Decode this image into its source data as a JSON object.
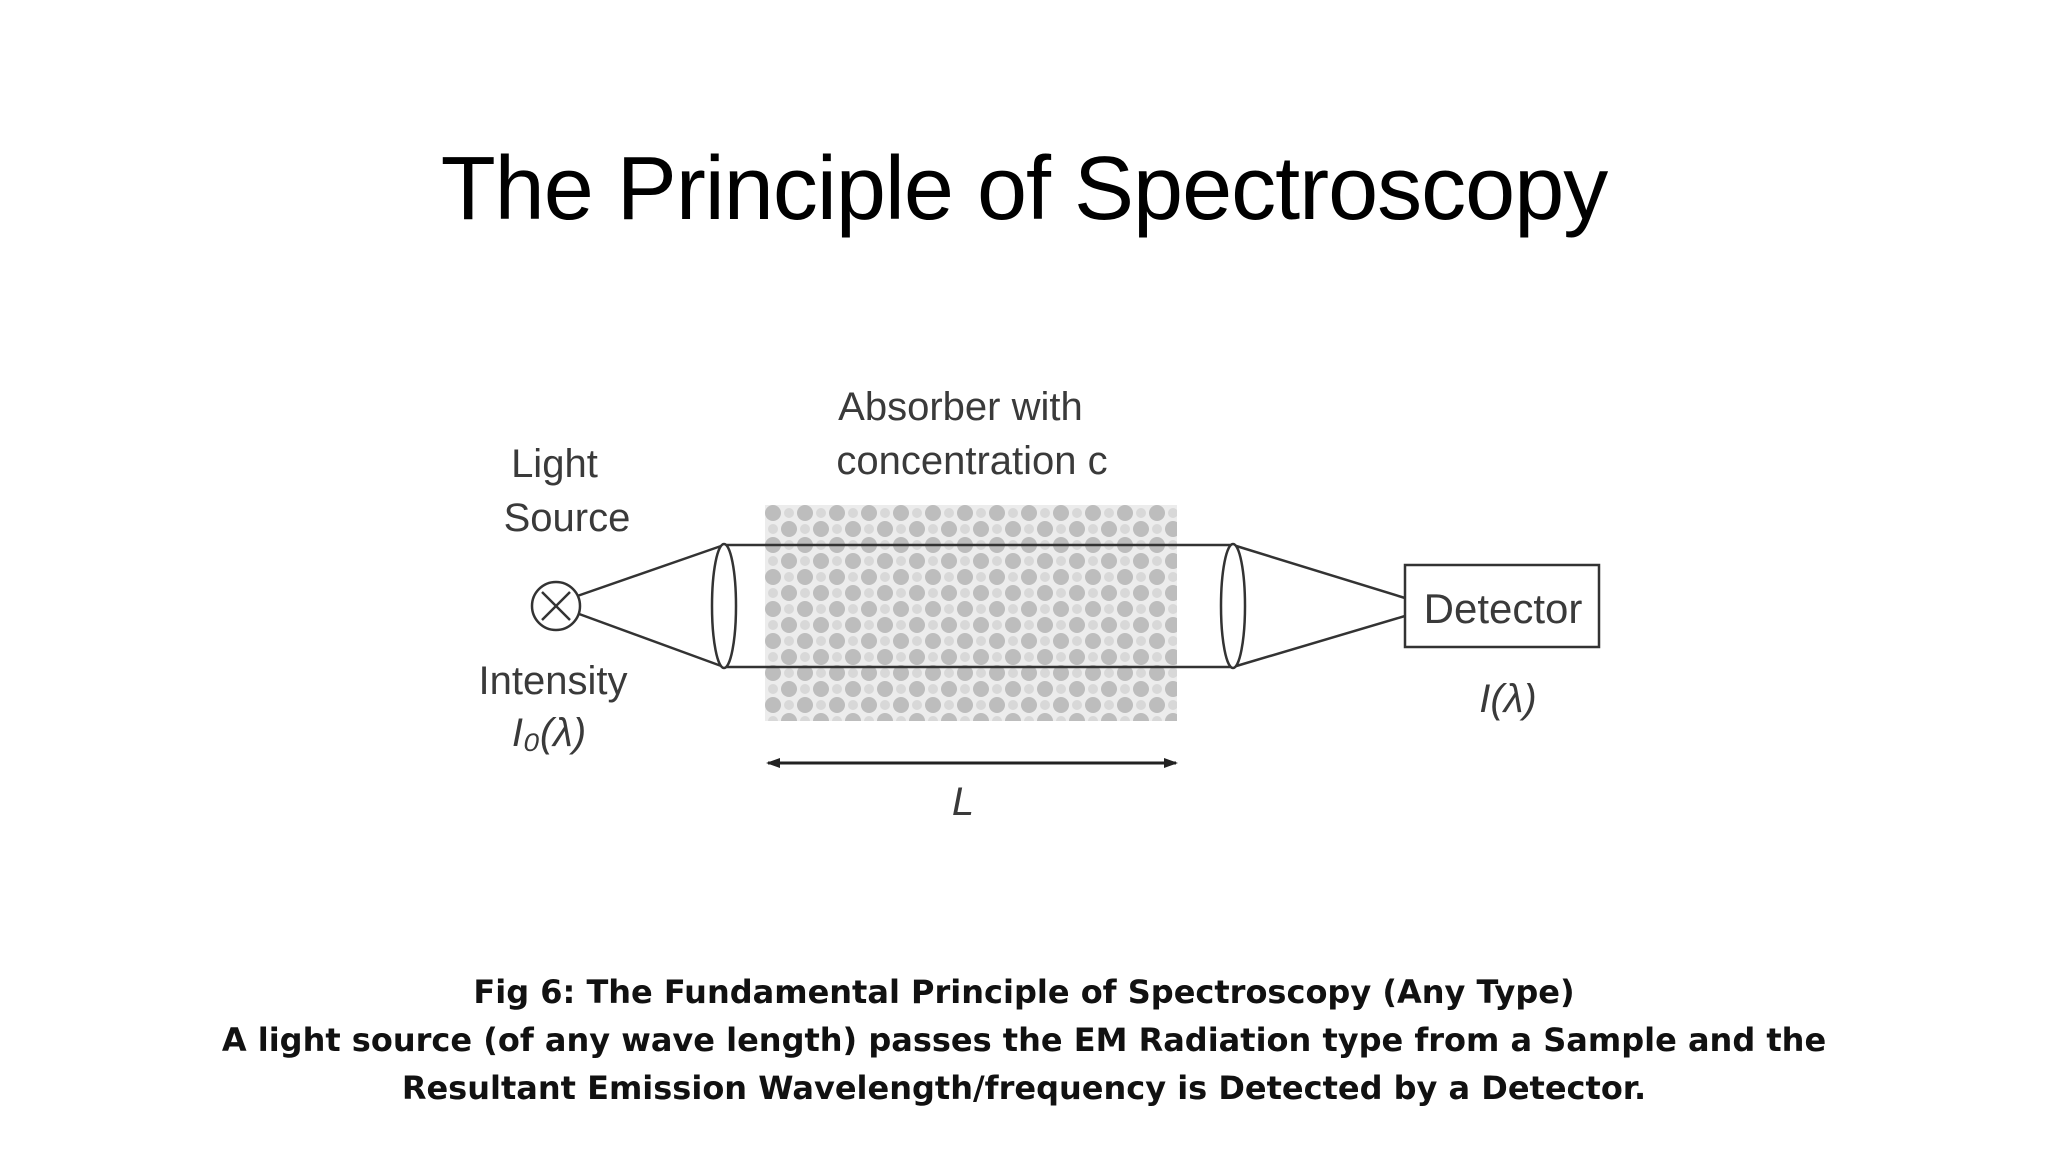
{
  "slide": {
    "title": "The Principle of Spectroscopy"
  },
  "diagram": {
    "light_source_label": [
      "Light",
      "Source"
    ],
    "absorber_label": [
      "Absorber with",
      "concentration c"
    ],
    "detector_label": "Detector",
    "intensity_label": "Intensity",
    "initial_intensity_label": "I₀(λ)",
    "final_intensity_label": "I(λ)",
    "path_length_label": "L"
  },
  "caption": {
    "line1": "Fig 6: The Fundamental Principle of Spectroscopy (Any Type)",
    "line2": "A light source (of any wave length) passes the EM Radiation type from a Sample and the",
    "line3": "Resultant Emission Wavelength/frequency is Detected by a Detector."
  }
}
